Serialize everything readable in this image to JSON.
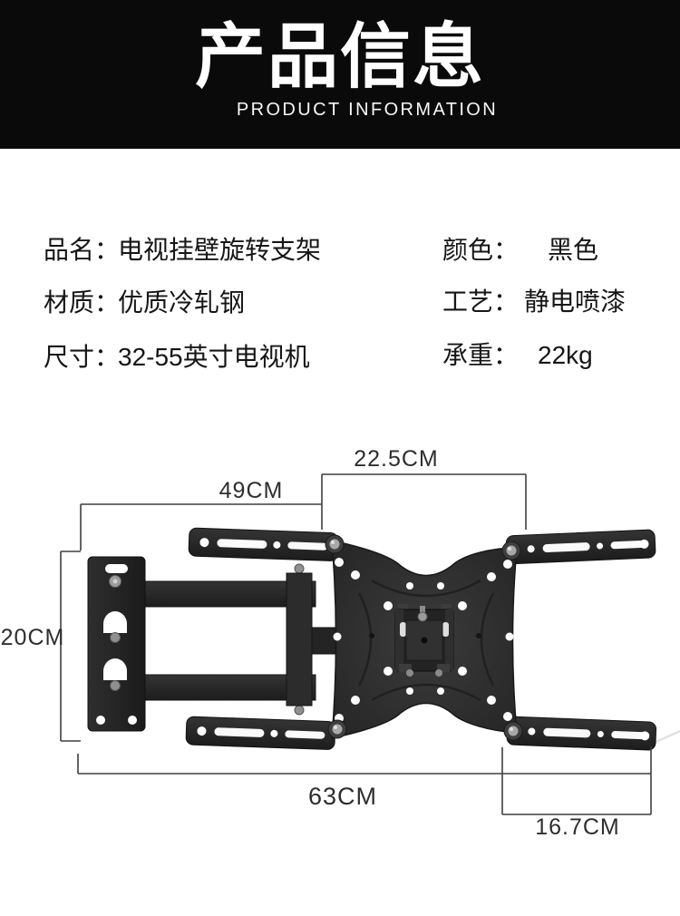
{
  "header": {
    "title": "产品信息",
    "subtitle": "PRODUCT INFORMATION"
  },
  "specs": {
    "left": [
      {
        "label": "品名：",
        "value": "电视挂壁旋转支架"
      },
      {
        "label": "材质：",
        "value": "优质冷轧钢"
      },
      {
        "label": "尺寸：",
        "value": "32-55英寸电视机"
      }
    ],
    "right": [
      {
        "label": "颜色：",
        "value": "黑色"
      },
      {
        "label": "工艺：",
        "value": "静电喷漆"
      },
      {
        "label": "承重：",
        "value": "22kg"
      }
    ]
  },
  "diagram": {
    "product": "tv-wall-mount-bracket",
    "dimensions": {
      "top_plate_width": "22.5CM",
      "arm_reach": "49CM",
      "plate_height": "20CM",
      "total_width": "63CM",
      "end_bracket_width": "16.7CM"
    }
  },
  "colors": {
    "banner_background": "#0a0a0a",
    "banner_text": "#ffffff",
    "spec_text": "#161616",
    "dimension_lines": "#3f3f3f",
    "product_metal": "#2a2a2a",
    "page_background": "#ffffff"
  }
}
